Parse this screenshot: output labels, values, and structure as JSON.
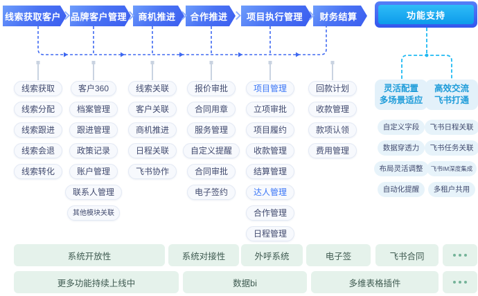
{
  "flow": {
    "stages": [
      {
        "label": "线索获取客户"
      },
      {
        "label": "品牌客户管理"
      },
      {
        "label": "商机推进"
      },
      {
        "label": "合作推进"
      },
      {
        "label": "项目执行管理"
      },
      {
        "label": "财务结算"
      }
    ],
    "support_label": "功能支持"
  },
  "columns": [
    {
      "items": [
        {
          "label": "线索获取"
        },
        {
          "label": "线索分配"
        },
        {
          "label": "线索跟进"
        },
        {
          "label": "线索会退"
        },
        {
          "label": "线索转化"
        }
      ]
    },
    {
      "items": [
        {
          "label": "客户360"
        },
        {
          "label": "档案管理"
        },
        {
          "label": "跟进管理"
        },
        {
          "label": "政策记录"
        },
        {
          "label": "账户管理"
        },
        {
          "label": "联系人管理"
        },
        {
          "label": "其他模块关联"
        }
      ]
    },
    {
      "items": [
        {
          "label": "线索关联"
        },
        {
          "label": "客户关联"
        },
        {
          "label": "商机推进"
        },
        {
          "label": "日程关联"
        },
        {
          "label": "飞书协作"
        }
      ]
    },
    {
      "items": [
        {
          "label": "报价审批"
        },
        {
          "label": "合同用章"
        },
        {
          "label": "服务管理"
        },
        {
          "label": "自定义提醒"
        },
        {
          "label": "合同审批"
        },
        {
          "label": "电子签约"
        }
      ]
    },
    {
      "items": [
        {
          "label": "项目管理",
          "highlight": true
        },
        {
          "label": "立项审批"
        },
        {
          "label": "项目履约"
        },
        {
          "label": "收款管理"
        },
        {
          "label": "结算管理"
        },
        {
          "label": "达人管理",
          "highlight": true
        },
        {
          "label": "合作管理"
        },
        {
          "label": "日程管理"
        }
      ]
    },
    {
      "items": [
        {
          "label": "回款计划"
        },
        {
          "label": "收款管理"
        },
        {
          "label": "款项认领"
        },
        {
          "label": "费用管理"
        }
      ]
    }
  ],
  "support_panel": {
    "groups": [
      {
        "title_line1": "灵活配置",
        "title_line2": "多场景适应",
        "items": [
          {
            "label": "自定义字段"
          },
          {
            "label": "数据穿透力"
          },
          {
            "label": "布局灵活调整"
          },
          {
            "label": "自动化提醒"
          }
        ]
      },
      {
        "title_line1": "高效交流",
        "title_line2": "飞书打通",
        "items": [
          {
            "label": "飞书日程关联"
          },
          {
            "label": "飞书任务关联"
          },
          {
            "label": "飞书IM深度集成"
          },
          {
            "label": "多租户共用"
          }
        ]
      }
    ]
  },
  "bottom": {
    "row1": [
      {
        "label": "系统开放性"
      },
      {
        "label": "系统对接性"
      },
      {
        "label": "外呼系统"
      },
      {
        "label": "电子签"
      },
      {
        "label": "飞书合同"
      }
    ],
    "row2": [
      {
        "label": "更多功能持续上线中"
      },
      {
        "label": "数据bi"
      },
      {
        "label": "多维表格插件"
      }
    ],
    "more_icon": "ellipsis"
  },
  "colors": {
    "stage_gradient_start": "#6E9DFB",
    "stage_gradient_end": "#3A5DEF",
    "support_outer": "#3356ED",
    "support_inner_start": "#2FBCF7",
    "support_inner_end": "#0D9BEB",
    "connector_blue": "#3E68F1",
    "connector_cyan": "#1FB9F2",
    "connector_gray": "#C9D3E1",
    "pill_bg": "#F7F9FD",
    "pill_border": "#E3E9F4",
    "pill_text": "#414A6E",
    "highlight_text": "#3B76F6",
    "support_pill_bg": "#E7F3FA",
    "support_title_text": "#1E9CD9",
    "green_bg": "#E5F2EB",
    "green_text": "#3E5A50",
    "green_dot": "#74B398"
  }
}
